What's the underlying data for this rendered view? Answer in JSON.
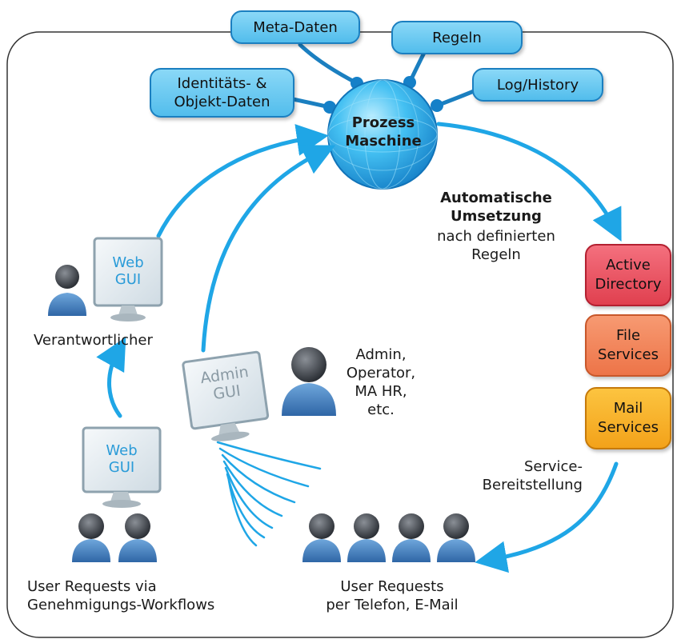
{
  "data_stores": [
    {
      "label": "Meta-Daten"
    },
    {
      "label": "Regeln"
    },
    {
      "label": "Identitäts- &\nObjekt-Daten"
    },
    {
      "label": "Log/History"
    }
  ],
  "engine": {
    "label": "Prozess\nMaschine"
  },
  "automation": {
    "title": "Automatische\nUmsetzung",
    "subtitle": "nach definierten\nRegeln"
  },
  "services": [
    {
      "label": "Active\nDirectory",
      "color": "#e84a58"
    },
    {
      "label": "File\nServices",
      "color": "#f07f52"
    },
    {
      "label": "Mail\nServices",
      "color": "#f8b22c"
    }
  ],
  "provisioning": {
    "label": "Service-\nBereitstellung"
  },
  "screens": {
    "web_top": {
      "text": "Web\nGUI"
    },
    "admin": {
      "text": "Admin\nGUI"
    },
    "web_bottom": {
      "text": "Web\nGUI"
    }
  },
  "roles": {
    "responsible": "Verantwortlicher",
    "admins": "Admin,\nOperator,\nMA HR,\netc."
  },
  "captions": {
    "workflow_requests": "User Requests via\nGenehmigungs-Workflows",
    "direct_requests": "User Requests\nper Telefon, E-Mail"
  },
  "colors": {
    "arrow": "#1fa6e6",
    "pill": "#5ec3ee",
    "sphere": "#2ab0ee",
    "frame": "#333333"
  }
}
